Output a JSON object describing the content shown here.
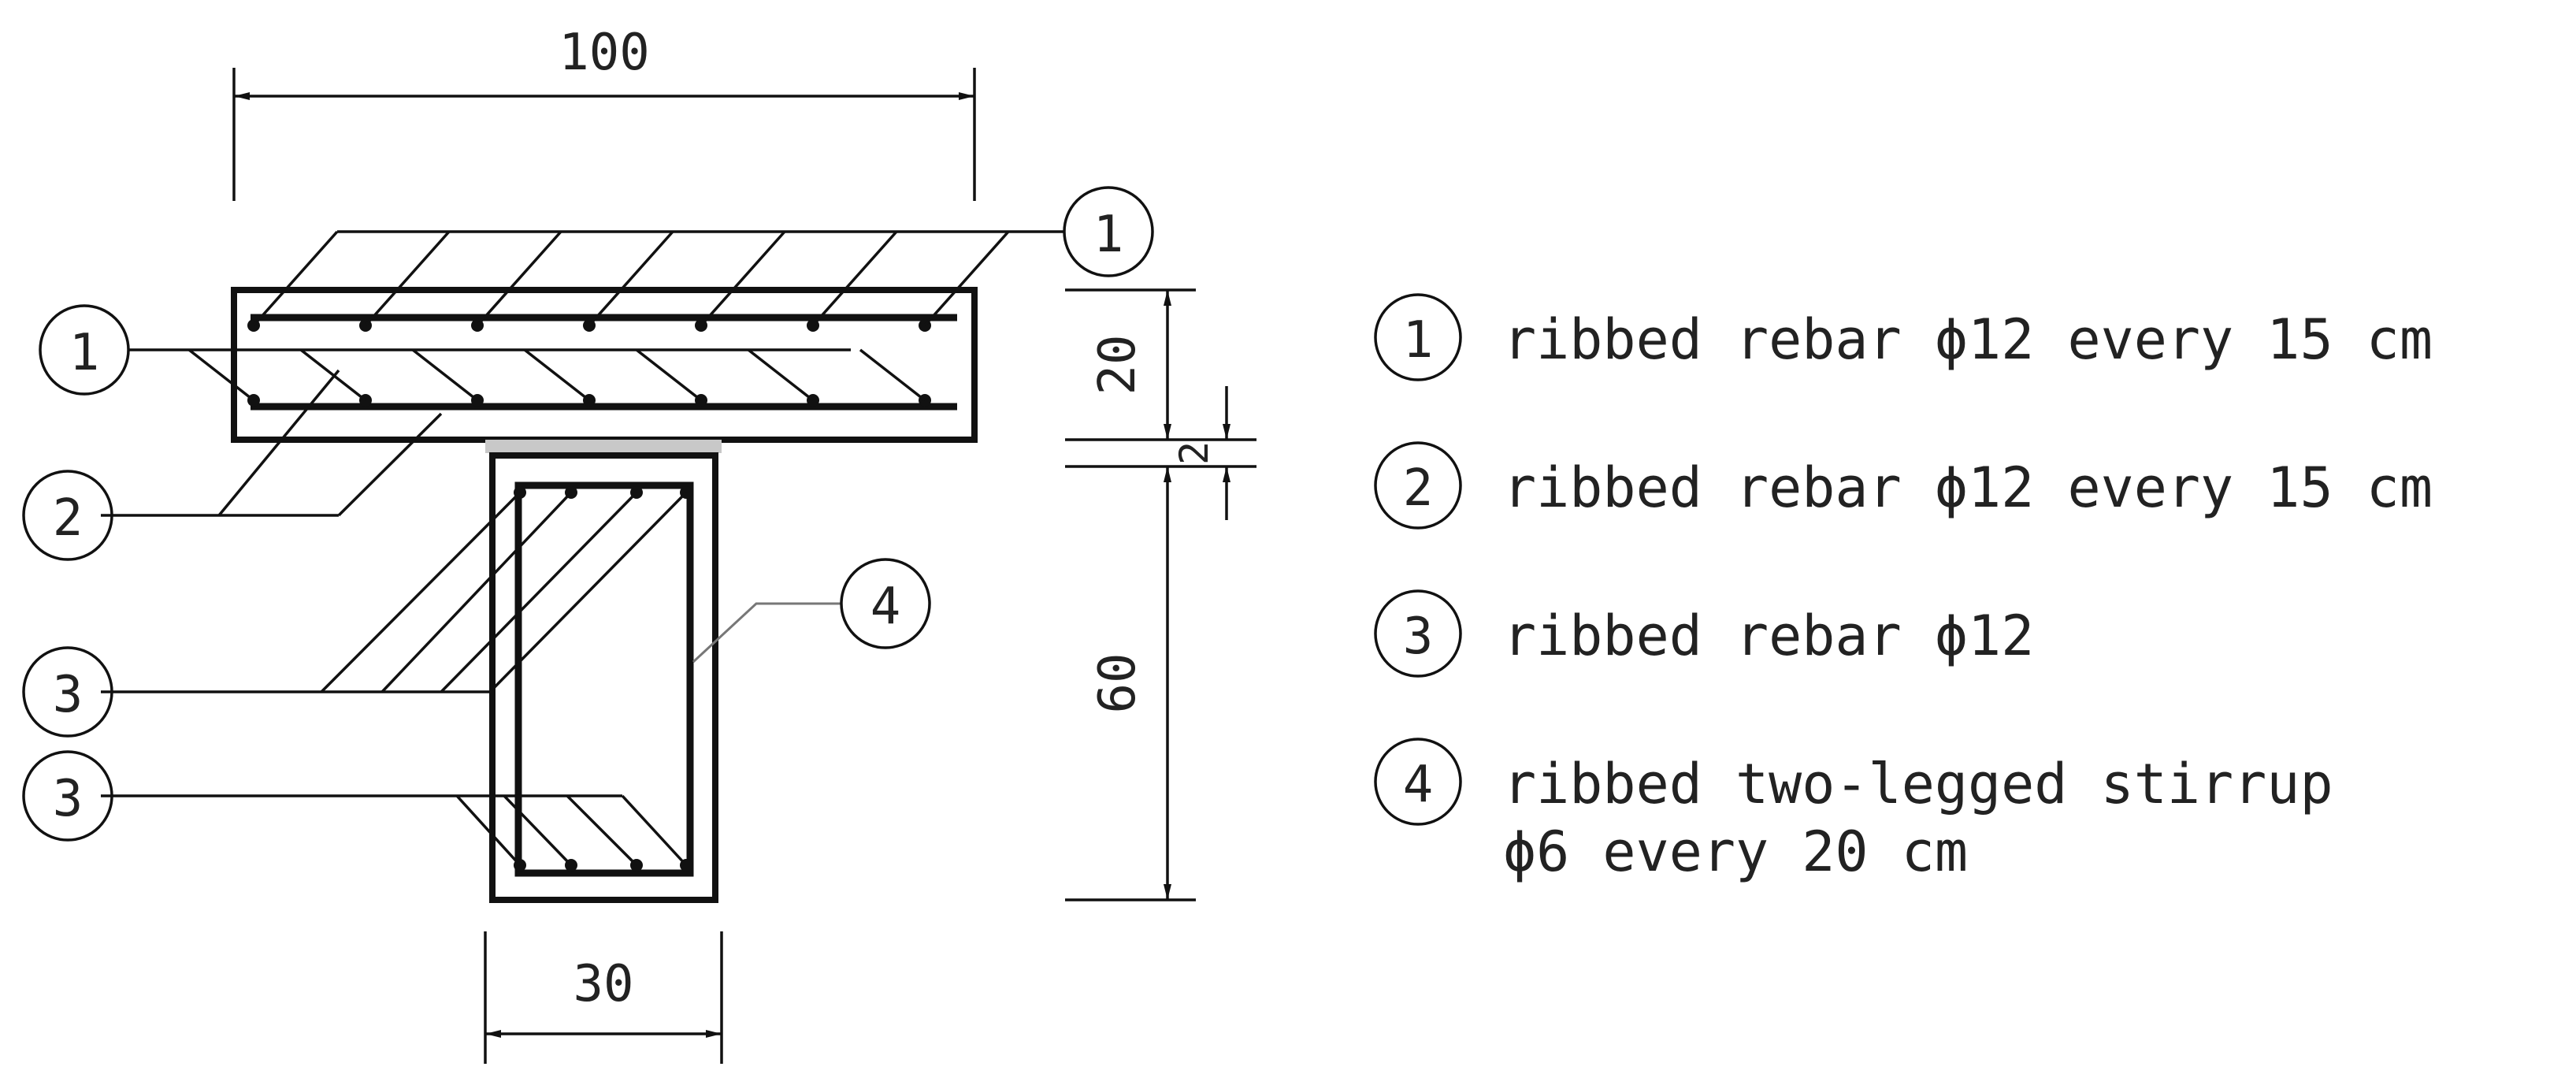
{
  "dimensions": {
    "flange_width": "100",
    "web_width": "30",
    "flange_depth": "20",
    "gap": "2",
    "web_depth": "60"
  },
  "callouts": [
    "1",
    "1",
    "2",
    "3",
    "3",
    "4"
  ],
  "legend": {
    "items": [
      {
        "number": "1",
        "lines": [
          "ribbed rebar ϕ12 every 15 cm"
        ]
      },
      {
        "number": "2",
        "lines": [
          "ribbed rebar ϕ12 every 15 cm"
        ]
      },
      {
        "number": "3",
        "lines": [
          "ribbed rebar ϕ12"
        ]
      },
      {
        "number": "4",
        "lines": [
          "ribbed two-legged stirrup",
          "ϕ6 every 20 cm"
        ]
      }
    ]
  }
}
